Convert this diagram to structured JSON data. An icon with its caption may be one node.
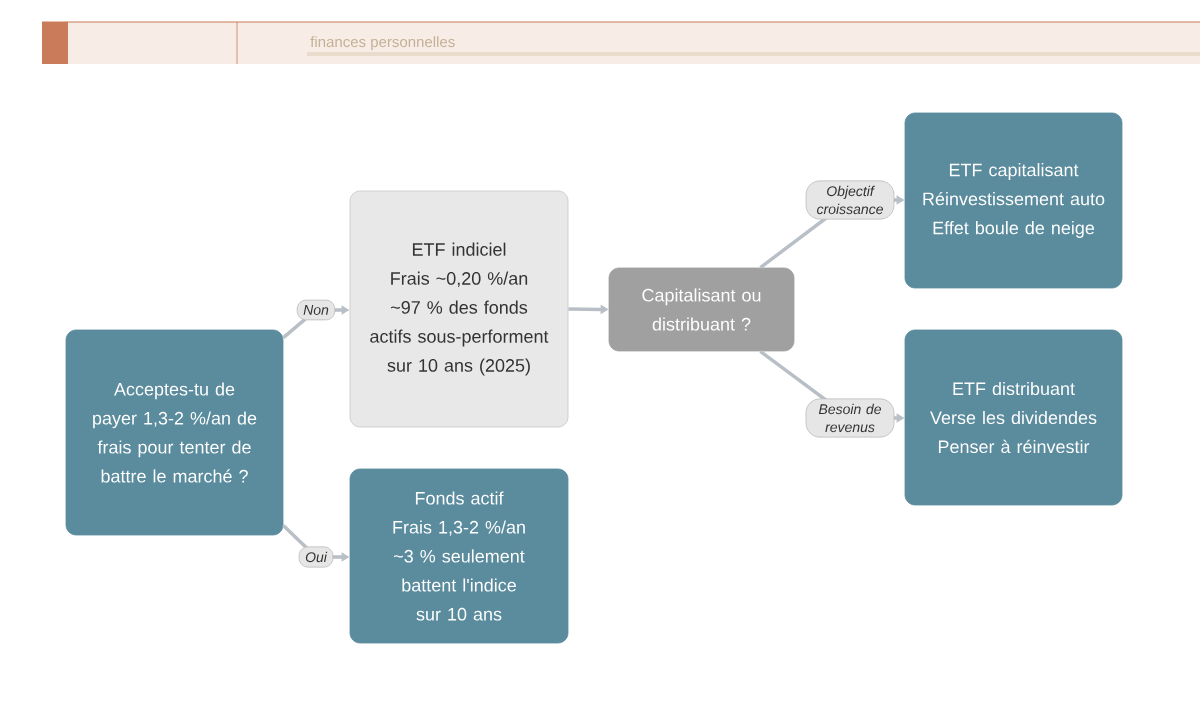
{
  "diagram": {
    "nodes": [
      {
        "text": [
          "Acceptes-tu de payer 1,3-2 %/an de frais pour tenter de battre le marché ?"
        ]
      },
      {
        "text": [
          "ETF indiciel",
          "Frais ~0,20 %/an",
          "~97 % des fonds actifs sous-performent sur 10 ans (2025)"
        ]
      },
      {
        "text": [
          "Fonds actif",
          "Frais 1,3-2 %/an",
          "~3 % seulement battent l'indice sur 10 ans"
        ]
      },
      {
        "text": [
          "Capitalisant ou distribuant ?"
        ]
      },
      {
        "text": [
          "ETF capitalisant",
          "Réinvestissement auto",
          "Effet boule de neige"
        ]
      },
      {
        "text": [
          "ETF distribuant",
          "Verse les dividendes",
          "Penser à réinvestir"
        ]
      }
    ],
    "edges": [
      {
        "from": 0,
        "to": 1,
        "arrow": "to",
        "label": "Non"
      },
      {
        "from": 0,
        "to": 2,
        "arrow": "to",
        "label": "Oui"
      },
      {
        "from": 1,
        "to": 3,
        "arrow": "to"
      },
      {
        "from": 3,
        "to": 4,
        "arrow": "to",
        "label": "Objectif croissance"
      },
      {
        "from": 3,
        "to": 5,
        "arrow": "to",
        "label": "Besoin de revenus"
      }
    ],
    "labels": [
      "finances personnelles"
    ]
  }
}
